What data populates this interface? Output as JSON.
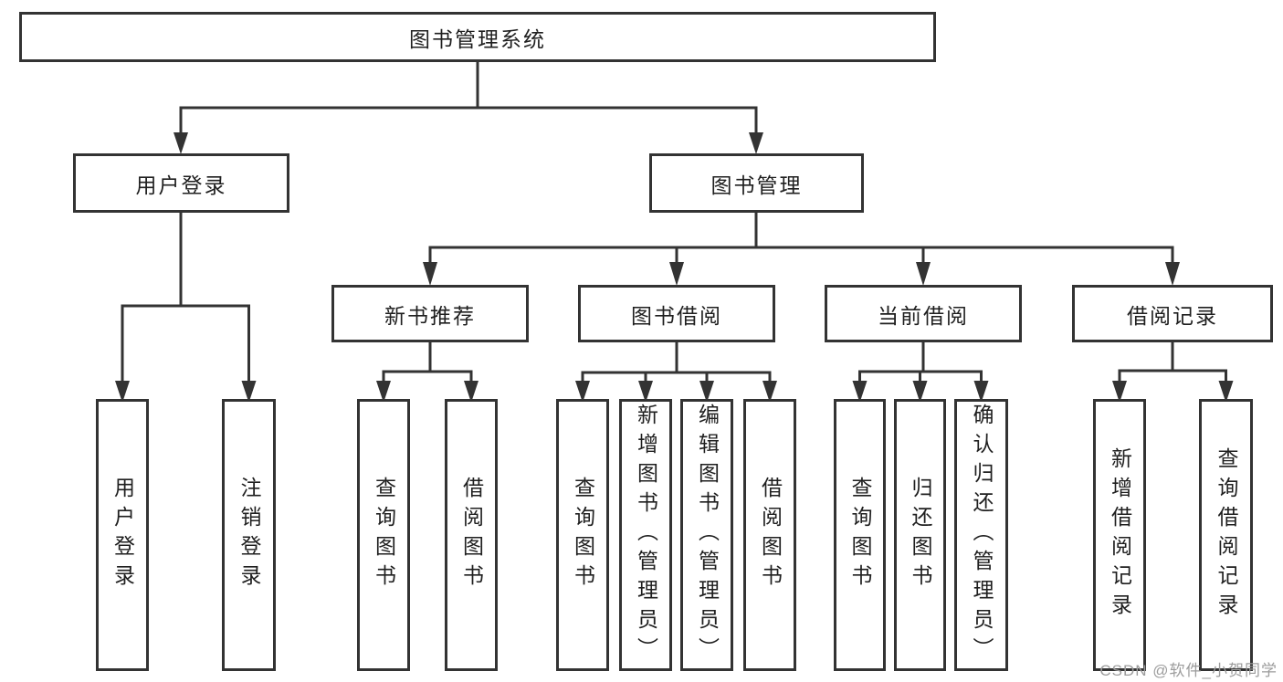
{
  "diagram": {
    "root": {
      "label": "图书管理系统"
    },
    "level2": {
      "user_login": {
        "label": "用户登录"
      },
      "book_mgmt": {
        "label": "图书管理"
      }
    },
    "level3": {
      "new_books": {
        "label": "新书推荐"
      },
      "borrow": {
        "label": "图书借阅"
      },
      "current": {
        "label": "当前借阅"
      },
      "records": {
        "label": "借阅记录"
      }
    },
    "leaves": {
      "login": [
        "用户登录",
        "注销登录"
      ],
      "new_books": [
        "查询图书",
        "借阅图书"
      ],
      "borrow": [
        "查询图书",
        "新增图书（管理员）",
        "编辑图书（管理员）",
        "借阅图书"
      ],
      "current": [
        "查询图书",
        "归还图书",
        "确认归还（管理员）"
      ],
      "records": [
        "新增借阅记录",
        "查询借阅记录"
      ]
    },
    "watermark": "CSDN @软件_小贺同学",
    "colors": {
      "line": "#333333",
      "text": "#1f1f1f",
      "watermark": "#9c9c9c",
      "background": "#ffffff"
    }
  }
}
